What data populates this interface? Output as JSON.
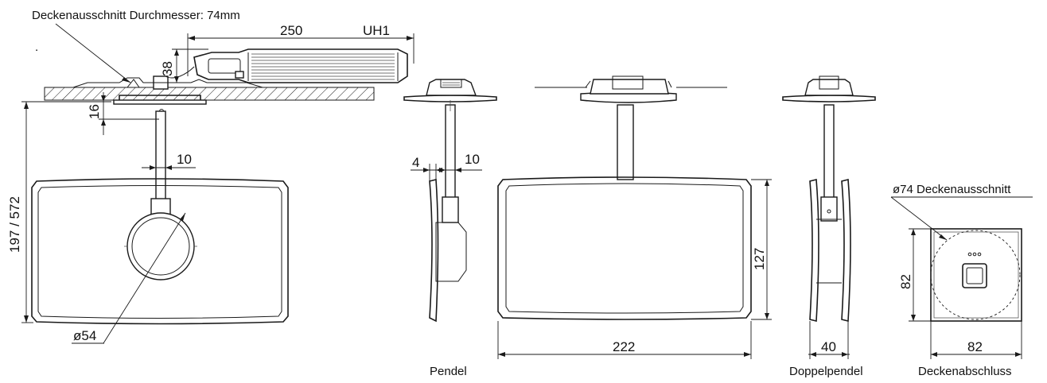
{
  "labels": {
    "ceiling_cutout_diameter": "Deckenausschnitt Durchmesser: 74mm",
    "cutout_74": "ø74 Deckenausschnitt",
    "pendel": "Pendel",
    "doppelpendel": "Doppelpendel",
    "deckenabschluss": "Deckenabschluss"
  },
  "dimensions": {
    "d250": "250",
    "uh1": "UH1",
    "d38": "38",
    "d16": "16",
    "d197_572": "197 / 572",
    "d10_left": "10",
    "d54": "ø54",
    "d4": "4",
    "d10_mid": "10",
    "d127": "127",
    "d222": "222",
    "d40": "40",
    "d82_vert": "82",
    "d82_horiz": "82"
  }
}
